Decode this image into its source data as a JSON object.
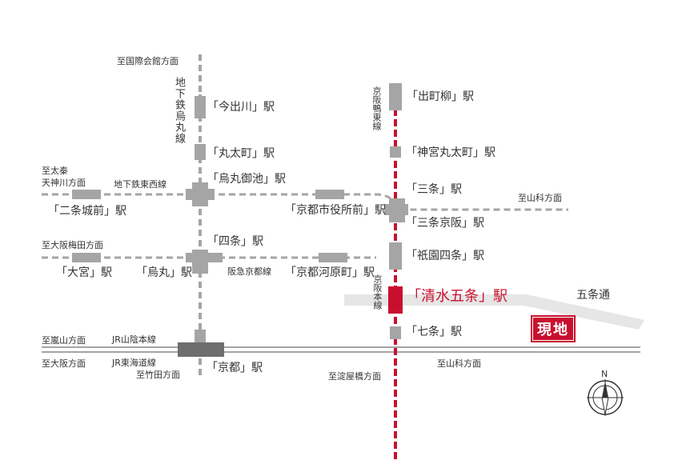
{
  "colors": {
    "rail": "#a5a5a5",
    "dashed": "#a5a5a5",
    "keihan": "#c8102e",
    "highlight": "#c8102e",
    "jr_station": "#6e6e6e",
    "road": "#e2e2e2"
  },
  "directions": {
    "north_subway": "至国際会館方面",
    "west_tozai_1": "至太秦",
    "west_tozai_2": "天神川方面",
    "east_tozai": "至山科方面",
    "west_hankyu": "至大阪梅田方面",
    "west_sanin": "至嵐山方面",
    "west_tokaido": "至大阪方面",
    "south_subway": "至竹田方面",
    "south_keihan": "至淀屋橋方面",
    "east_jr": "至山科方面"
  },
  "lines": {
    "subway_karasuma": "地下鉄烏丸線",
    "subway_tozai": "地下鉄東西線",
    "keihan_oto": "京阪鴨東線",
    "keihan_main": "京阪本線",
    "hankyu": "阪急京都線",
    "jr_sanin": "JR山陰本線",
    "jr_tokaido": "JR東海道線"
  },
  "stations": {
    "imadegawa": "「今出川」駅",
    "marutamachi": "「丸太町」駅",
    "karasuma_oike": "「烏丸御池」駅",
    "nijojomae": "「二条城前」駅",
    "shiyakushomae": "「京都市役所前」駅",
    "shijo": "「四条」駅",
    "omiya": "「大宮」駅",
    "karasuma": "「烏丸」駅",
    "kawaramachi": "「京都河原町」駅",
    "kyoto": "「京都」駅",
    "demachiyanagi": "「出町柳」駅",
    "jingu_marutamachi": "「神宮丸太町」駅",
    "sanjo": "「三条」駅",
    "sanjo_keihan": "「三条京阪」駅",
    "gion_shijo": "「祇園四条」駅",
    "kiyomizu_gojo": "「清水五条」駅",
    "shichijo": "「七条」駅"
  },
  "road": "五条通",
  "site_label": "現地",
  "compass": "N",
  "icons": {
    "compass": "compass-rose-icon"
  }
}
